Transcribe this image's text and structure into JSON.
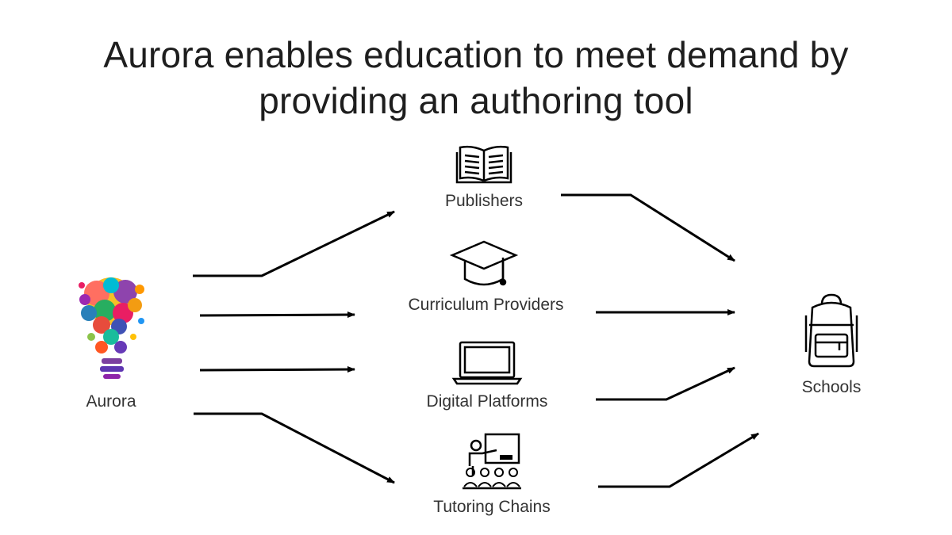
{
  "slide": {
    "title_line_1": "Aurora enables education to meet demand by",
    "title_line_2": "providing an authoring tool"
  },
  "nodes": {
    "source": {
      "label": "Aurora",
      "icon": "paint-splash-lightbulb-logo"
    },
    "intermediaries": [
      {
        "label": "Publishers",
        "icon": "open-book-icon"
      },
      {
        "label": "Curriculum Providers",
        "icon": "graduation-cap-icon"
      },
      {
        "label": "Digital Platforms",
        "icon": "laptop-icon"
      },
      {
        "label": "Tutoring Chains",
        "icon": "classroom-teacher-icon"
      }
    ],
    "target": {
      "label": "Schools",
      "icon": "backpack-icon"
    }
  },
  "colors": {
    "arrow": "#000000",
    "text": "#333333",
    "title": "#1e1e1e",
    "background": "#ffffff"
  }
}
